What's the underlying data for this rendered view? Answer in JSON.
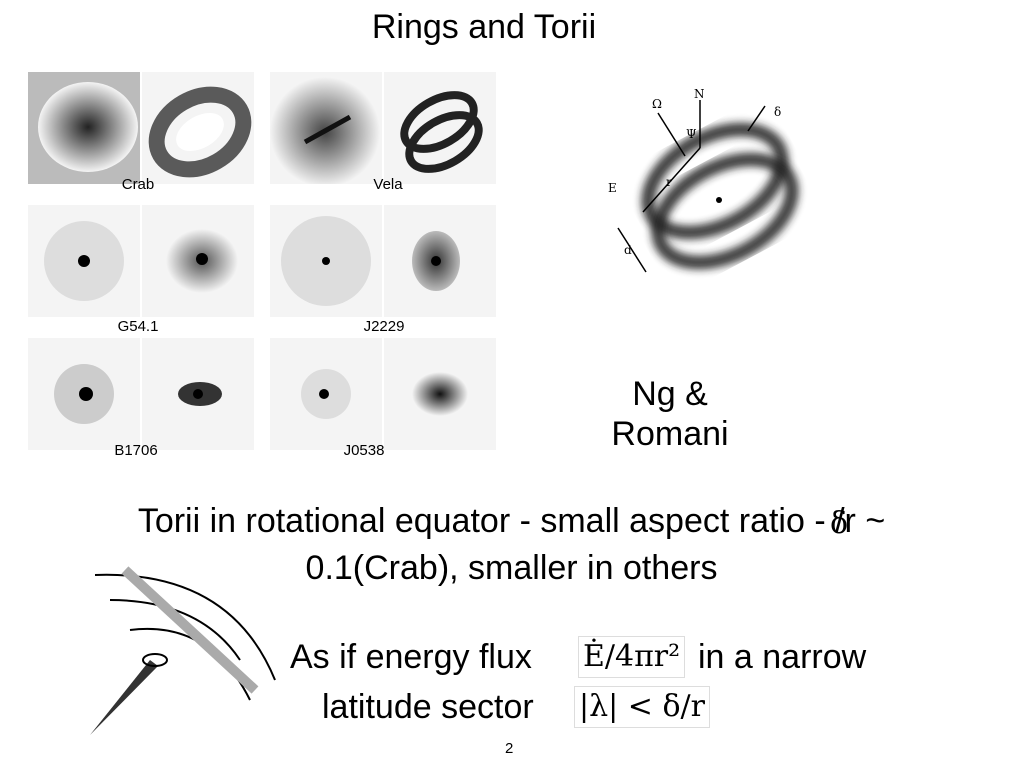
{
  "title": "Rings and Torii",
  "panels": [
    {
      "label": "Crab"
    },
    {
      "label": "Vela"
    },
    {
      "label": "G54.1"
    },
    {
      "label": "J2229"
    },
    {
      "label": "B1706"
    },
    {
      "label": "J0538"
    }
  ],
  "diagram": {
    "labels": {
      "omega": "Ω",
      "north": "N",
      "psi": "Ψ",
      "delta": "δ",
      "east": "E",
      "radius": "r",
      "d": "d"
    }
  },
  "credit": {
    "line1": "Ng &",
    "line2": "Romani"
  },
  "statement": {
    "line1": "Torii in rotational equator - small aspect ratio -  /r ~",
    "delta_symbol": "δ",
    "line2": "0.1(Crab), smaller in others"
  },
  "energy": {
    "prefix": "As if energy flux",
    "formula1": "Ė/4πr²",
    "suffix": "in a narrow",
    "line2_prefix": "latitude sector",
    "formula2": "|λ| < δ/r"
  },
  "page_number": "2"
}
